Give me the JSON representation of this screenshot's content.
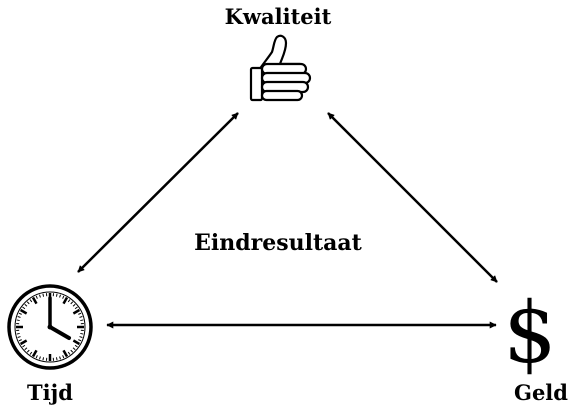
{
  "diagram": {
    "top_label": "Kwaliteit",
    "center_label": "Eindresultaat",
    "left_label": "Tijd",
    "right_label": "Geld",
    "top_icon": "thumbs-up-icon",
    "left_icon": "clock-icon",
    "right_icon": "dollar-sign-icon",
    "right_icon_glyph": "$",
    "clock_time": "4:00",
    "line_color": "#000000",
    "background_color": "#ffffff"
  }
}
